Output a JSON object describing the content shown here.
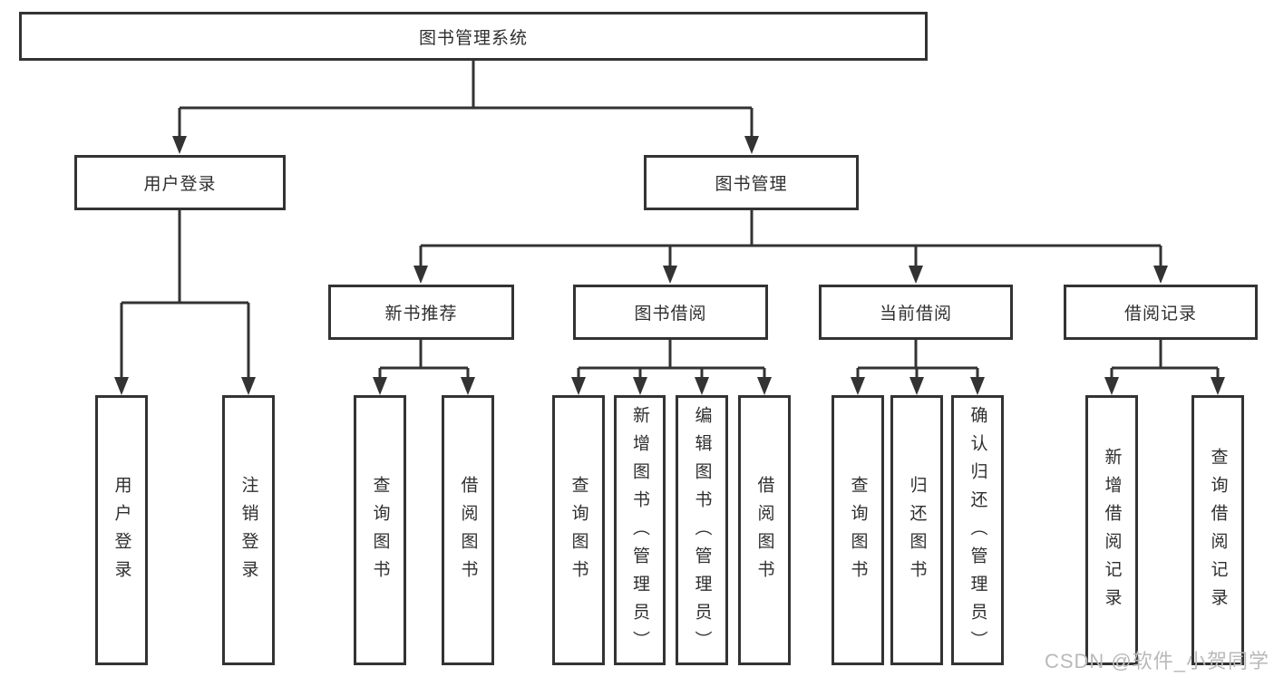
{
  "tree": {
    "root": {
      "label": "图书管理系统"
    },
    "branches": [
      {
        "label": "用户登录",
        "children": [
          {
            "label": "用户登录"
          },
          {
            "label": "注销登录"
          }
        ]
      },
      {
        "label": "图书管理",
        "children": [
          {
            "label": "新书推荐",
            "children": [
              {
                "label": "查询图书"
              },
              {
                "label": "借阅图书"
              }
            ]
          },
          {
            "label": "图书借阅",
            "children": [
              {
                "label": "查询图书"
              },
              {
                "label": "新增图书（管理员）"
              },
              {
                "label": "编辑图书（管理员）"
              },
              {
                "label": "借阅图书"
              }
            ]
          },
          {
            "label": "当前借阅",
            "children": [
              {
                "label": "查询图书"
              },
              {
                "label": "归还图书"
              },
              {
                "label": "确认归还（管理员）"
              }
            ]
          },
          {
            "label": "借阅记录",
            "children": [
              {
                "label": "新增借阅记录"
              },
              {
                "label": "查询借阅记录"
              }
            ]
          }
        ]
      }
    ]
  },
  "watermark": {
    "text": "CSDN @软件_小贺同学"
  },
  "colors": {
    "line": "#333333",
    "box_border": "#333333",
    "text": "#2f2f2f",
    "background": "#ffffff",
    "watermark": "#b9b9b9"
  }
}
